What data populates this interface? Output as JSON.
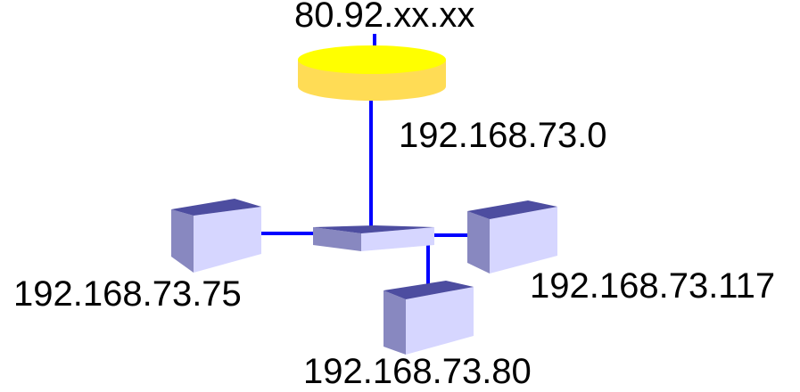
{
  "nodes": {
    "router_ip": "80.92.xx.xx",
    "network": "192.168.73.0",
    "host_left": "192.168.73.75",
    "host_right": "192.168.73.117",
    "host_bottom": "192.168.73.80"
  },
  "colors": {
    "link": "#0000ff",
    "router_top": "#ffff00",
    "router_side": "#ffdc55",
    "box_front": "#d6d6ff",
    "box_side": "#8888c0",
    "box_top": "#4d4da0"
  }
}
